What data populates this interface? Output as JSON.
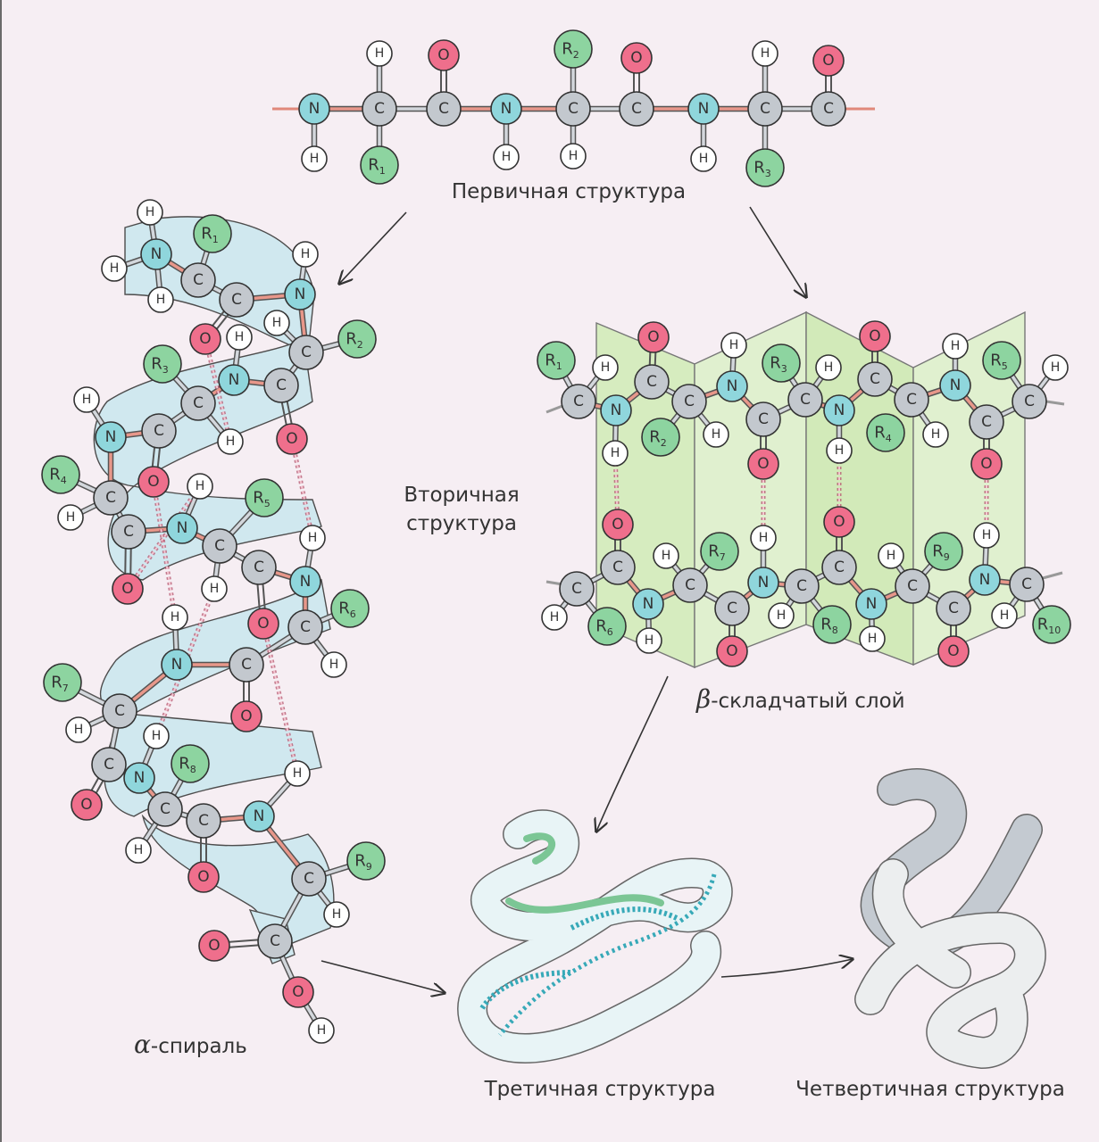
{
  "labels": {
    "primary": "Первичная структура",
    "secondary_line1": "Вторичная",
    "secondary_line2": "структура",
    "alpha_symbol": "α",
    "alpha_rest": "-спираль",
    "beta_symbol": "β",
    "beta_rest": "-складчатый слой",
    "tertiary": "Третичная структура",
    "quaternary": "Четвертичная структура"
  },
  "atoms": {
    "N": "N",
    "C": "C",
    "O": "O",
    "H": "H",
    "R1": "R",
    "R1_sub": "1",
    "R2": "R",
    "R2_sub": "2",
    "R3": "R",
    "R3_sub": "3",
    "R4": "R",
    "R4_sub": "4",
    "R5": "R",
    "R5_sub": "5",
    "R6": "R",
    "R6_sub": "6",
    "R7": "R",
    "R7_sub": "7",
    "R8": "R",
    "R8_sub": "8",
    "R9": "R",
    "R9_sub": "9",
    "R10": "R",
    "R10_sub": "10"
  },
  "colors": {
    "background": "#f6eef3",
    "N": "#8fd6dc",
    "C": "#c3c8ce",
    "O": "#ef6f8c",
    "H": "#ffffff",
    "R": "#8dd4a0",
    "helix_ribbon": "#cfe8ef",
    "sheet": "#d5ebbf"
  }
}
